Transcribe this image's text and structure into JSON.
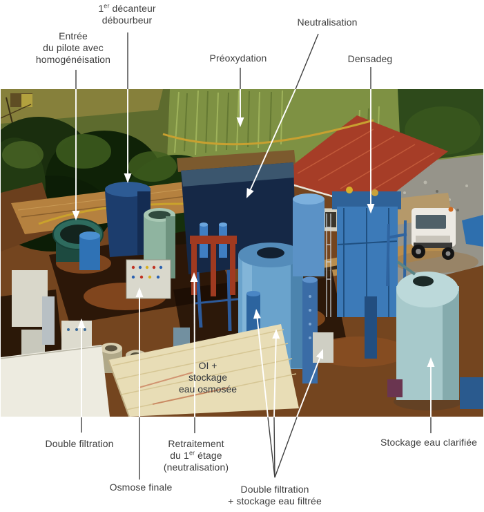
{
  "figure_type": "annotated photograph of a water-treatment pilot plant",
  "labels": {
    "entree": {
      "line1": "Entrée",
      "line2": "du pilote avec",
      "line3": "homogénéisation"
    },
    "decanteur": {
      "num": "1",
      "sup": "er",
      "rest": " décanteur",
      "line2": "débourbeur"
    },
    "preoxydation": {
      "text": "Préoxydation"
    },
    "neutralisation": {
      "text": "Neutralisation"
    },
    "densadeg": {
      "text": "Densadeg"
    },
    "double_filtration": {
      "text": "Double filtration"
    },
    "retraitement": {
      "line1": "Retraitement",
      "line2a": "du 1",
      "sup": "er",
      "line2b": " étage",
      "line3": "(neutralisation)"
    },
    "osmose_finale": {
      "text": "Osmose finale"
    },
    "double_filtration_stockage": {
      "line1": "Double filtration",
      "line2": "+ stockage eau filtrée"
    },
    "stockage_clarifiee": {
      "text": "Stockage eau clarifiée"
    },
    "oi_overlay": {
      "line1": "OI +",
      "line2": "stockage",
      "line3": "eau osmosée"
    }
  },
  "colors": {
    "label_text": "#3c3c3c",
    "connector_line": "#3f3f3f",
    "photo_arrow": "#ffffff",
    "roof_red": "#a63d27",
    "densadeg_blue": "#3c7ab8",
    "dark_tank_navy": "#152846",
    "clarified_tank_pale": "#a7c9cb",
    "vegetation_green": "#2e4a1b",
    "ground_rust": "#74451f",
    "platform_cream": "#e8ddb6"
  }
}
